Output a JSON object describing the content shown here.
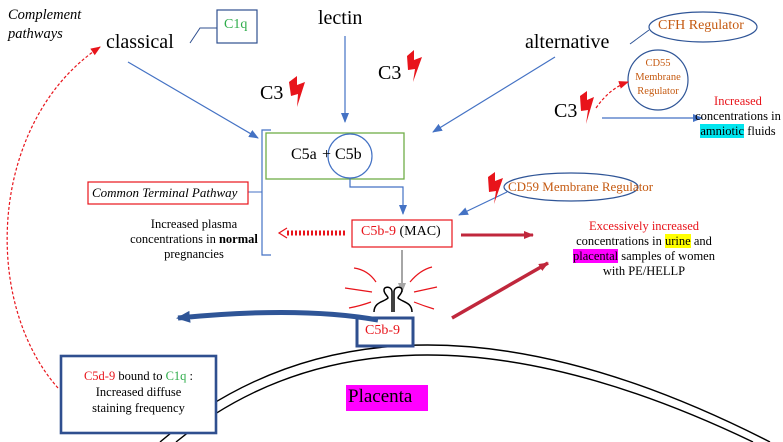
{
  "title": "Complement pathways",
  "pathways": {
    "classical": "classical",
    "lectin": "lectin",
    "alternative": "alternative"
  },
  "c1q_box": "C1q",
  "cfh_regulator": "CFH Regulator",
  "cd55": {
    "line1": "CD55",
    "line2": "Membrane",
    "line3": "Regulator"
  },
  "c3_label": "C3",
  "c5_box": {
    "c5a": "C5a",
    "plus": "+",
    "c5b": "C5b"
  },
  "common_terminal_pathway": "Common Terminal Pathway",
  "cd59_regulator": "CD59 Membrane Regulator",
  "mac_box": {
    "c5b9": "C5b-9",
    "mac": "(MAC)"
  },
  "plasma_text": {
    "line1": "Increased plasma",
    "line2_pre": "concentrations in ",
    "line2_bold": "normal",
    "line3": "pregnancies"
  },
  "amniotic_text": {
    "line1": "Increased",
    "line2": "concentrations in",
    "line3_hl": "amniotic",
    "line3_post": " fluids"
  },
  "urine_text": {
    "line1": "Excessively increased",
    "line2_pre": "concentrations in ",
    "line2_hl": "urine",
    "line2_post": " and",
    "line3_hl": "placental",
    "line3_post": " samples of women",
    "line4": "with PE/HELLP"
  },
  "pore_label": "C5b-9",
  "placenta_label": "Placenta",
  "c5d9_box": {
    "line1_red": "C5d-9",
    "line1_mid": " bound to ",
    "line1_green": "C1q",
    "line1_post": " :",
    "line2": "Increased diffuse",
    "line3": "staining frequency"
  },
  "colors": {
    "arrow_blue": "#4472c4",
    "dark_red": "#c0273c",
    "red": "#e8141b",
    "orange": "#c55a11",
    "green_box": "#70ad47",
    "c1q_green": "#2eac4a",
    "box_navy": "#2f4f8f",
    "magenta": "#ff00ff",
    "yellow": "#ffff00",
    "cyan": "#00e5ee",
    "gray": "#a6a6a6"
  }
}
